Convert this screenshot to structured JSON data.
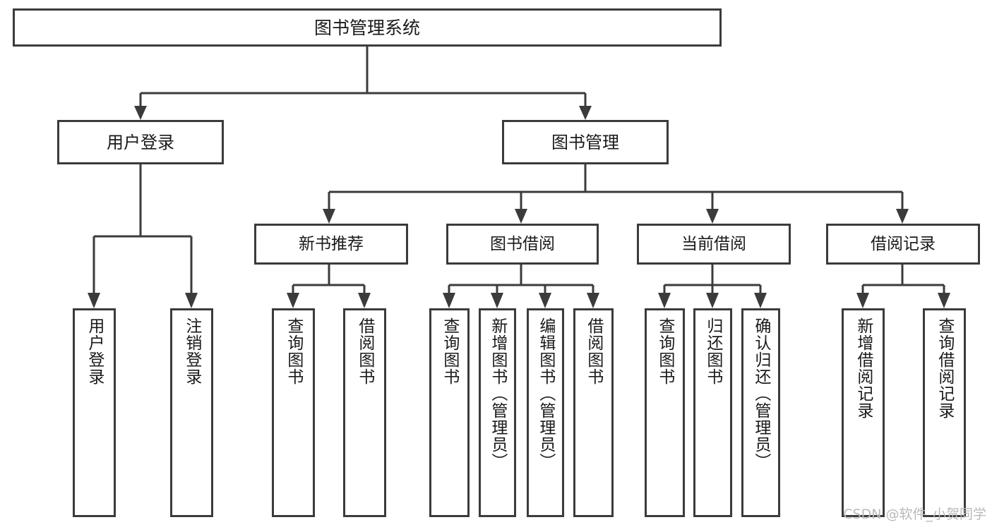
{
  "diagram": {
    "type": "tree",
    "title": "图书管理系统",
    "orientation": "top-down",
    "watermark": "CSDN @软件_小贺同学",
    "colors": {
      "border": "#3b3b3b",
      "box_fill": "#ffffff",
      "text": "#1a1a1a",
      "connector": "#3b3b3b",
      "watermark": "#b9b9b9",
      "background": "#ffffff"
    },
    "nodes": {
      "root": {
        "label": "图书管理系统"
      },
      "level2": [
        {
          "id": "user-login",
          "label": "用户登录"
        },
        {
          "id": "book-manage",
          "label": "图书管理"
        }
      ],
      "level3": [
        {
          "id": "new-book-recommend",
          "label": "新书推荐"
        },
        {
          "id": "book-borrow",
          "label": "图书借阅"
        },
        {
          "id": "current-borrow",
          "label": "当前借阅"
        },
        {
          "id": "borrow-record",
          "label": "借阅记录"
        }
      ],
      "leaves": {
        "user-login": [
          {
            "id": "leaf-user-login",
            "label": "用户登录"
          },
          {
            "id": "leaf-logout",
            "label": "注销登录"
          }
        ],
        "new-book-recommend": [
          {
            "id": "leaf-query-book-1",
            "label": "查询图书"
          },
          {
            "id": "leaf-borrow-book-1",
            "label": "借阅图书"
          }
        ],
        "book-borrow": [
          {
            "id": "leaf-query-book-2",
            "label": "查询图书"
          },
          {
            "id": "leaf-add-book",
            "label": "新增图书（管理员）"
          },
          {
            "id": "leaf-edit-book",
            "label": "编辑图书（管理员）"
          },
          {
            "id": "leaf-borrow-book-2",
            "label": "借阅图书"
          }
        ],
        "current-borrow": [
          {
            "id": "leaf-query-book-3",
            "label": "查询图书"
          },
          {
            "id": "leaf-return-book",
            "label": "归还图书"
          },
          {
            "id": "leaf-confirm-return",
            "label": "确认归还（管理员）"
          }
        ],
        "borrow-record": [
          {
            "id": "leaf-add-record",
            "label": "新增借阅记录"
          },
          {
            "id": "leaf-query-record",
            "label": "查询借阅记录"
          }
        ]
      }
    }
  }
}
